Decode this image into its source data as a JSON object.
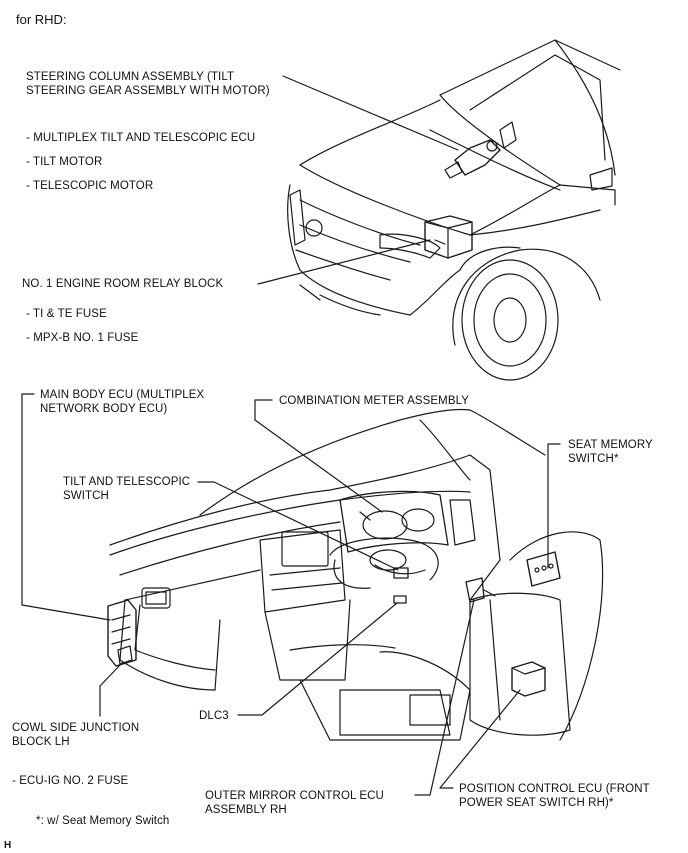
{
  "header": {
    "title": "for RHD:"
  },
  "engine_section": {
    "steering_column": {
      "line1": "STEERING COLUMN ASSEMBLY (TILT",
      "line2": "STEERING GEAR ASSEMBLY WITH MOTOR)",
      "parts": [
        "- MULTIPLEX TILT AND TELESCOPIC ECU",
        "- TILT MOTOR",
        "- TELESCOPIC MOTOR"
      ]
    },
    "relay_block": {
      "label": "NO. 1 ENGINE ROOM RELAY BLOCK",
      "parts": [
        "- TI & TE FUSE",
        "- MPX-B NO. 1 FUSE"
      ]
    }
  },
  "cabin_section": {
    "main_body_ecu": {
      "line1": "MAIN BODY ECU (MULTIPLEX",
      "line2": "NETWORK BODY ECU)"
    },
    "combination_meter": "COMBINATION METER ASSEMBLY",
    "tilt_switch": {
      "line1": "TILT AND TELESCOPIC",
      "line2": "SWITCH"
    },
    "seat_memory_switch": {
      "line1": "SEAT MEMORY",
      "line2": "SWITCH*"
    },
    "cowl_side_jb": {
      "line1": "COWL SIDE JUNCTION",
      "line2": "BLOCK LH"
    },
    "dlc3": "DLC3",
    "ecu_ig_fuse": "- ECU-IG NO. 2 FUSE",
    "outer_mirror_ecu": {
      "line1": "OUTER MIRROR CONTROL ECU",
      "line2": "ASSEMBLY RH"
    },
    "position_control_ecu": {
      "line1": "POSITION CONTROL ECU (FRONT",
      "line2": "POWER SEAT SWITCH RH)*"
    }
  },
  "footnote": "*: w/ Seat Memory Switch",
  "corner_mark": "H"
}
